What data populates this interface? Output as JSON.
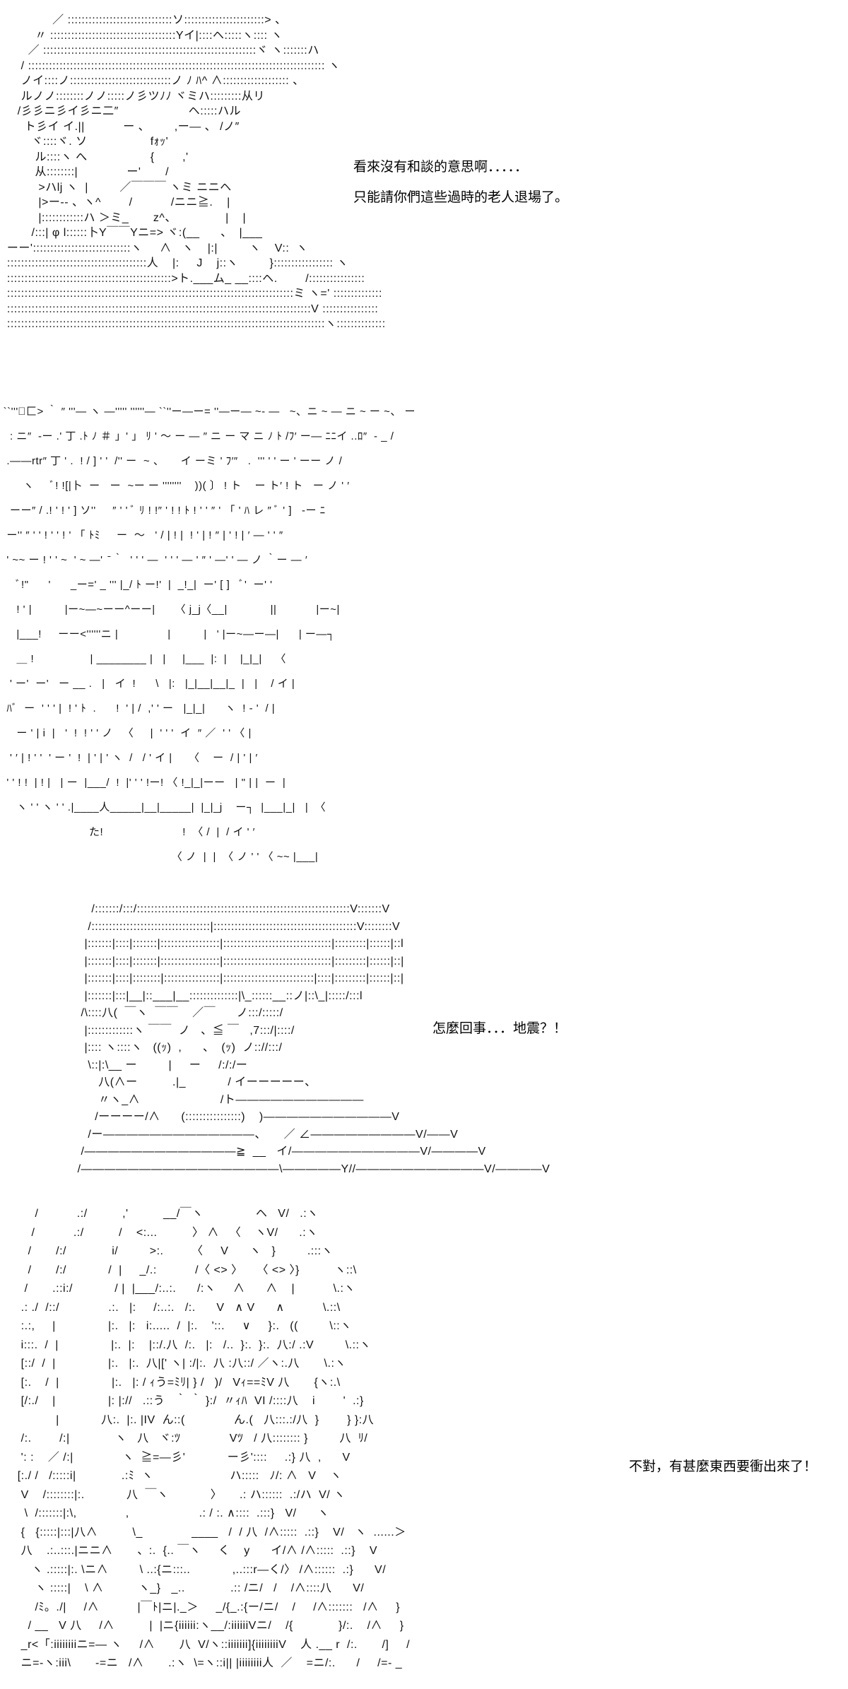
{
  "panels": [
    {
      "art": "               ／ ::::::::::::::::::::::::::::::ソ:::::::::::::::::::::::> 、\n          〃 ::::::::::::::::::::::::::::::::::::Yイ|::::ヘ:::::ヽ:::: ヽ\n        ／ :::::::::::::::::::::::::::::::::::::::::::::::::::::::::::::ヾ ヽ:::::::ハ\n      / ::::::::::::::::::::::::::::::::::::::::::::::::::::::::::::::::::::::::::::::::::::: ヽ\n      ノイ::::ノ:::::::::::::::::::::::::::::ノ ﾉ ﾊ^ ∧::::::::::::::::::: 、\n      ルノノ::::::::ノノ:::::ノ彡ツﾉﾉ ヾミハ:::::::::从リ\n     /彡彡ニ彡イ彡ニ二″                    ヘ:::::ハル\n       ト彡イ イ.||           ー 、       ,ー― 、 /ノ″\n         ヾ::::ヾ. ソ                  fｫｯ'\n          ル::::ヽ へ                  {        ,'\n          从::::::::|              ー'       /\n           >ハlj ヽ  |         ／￣￣￣ ヽミ ニニヘ\n           |>ー-- 、ヽ^        /           /ニニ≧.    |\n           |::::::::::::ハ ＞ミ_       z^、              |    |\n         /:::| φ l::::::卜Y￣￣Yニ=> ヾ:(__      、  |___\n  ーー'::::::::::::::::::::::::::::ヽ     ∧   ヽ    |:|         ヽ    V::  ヽ\n  ::::::::::::::::::::::::::::::::::::::::人    |:     J    j::ヽ         }::::::::::::::::: ヽ\n  :::::::::::::::::::::::::::::::::::::::::::::::>ト.___ム_ __::::ヘ.        /::::::::::::::::\n  ::::::::::::::::::::::::::::::::::::::::::::::::::::::::::::::::::::::::::::::::::ミ ヽ=' ::::::::::::::\n  :::::::::::::::::::::::::::::::::::::::::::::::::::::::::::::::::::::::::::::::::::::::V ::::::::::::::::\n  :::::::::::::::::::::::::::::::::::::::::::::::::::::::::::::::::::::::::::::::::::::::::::ヽ::::::::::::::",
      "lines": [
        "看來沒有和談的意思啊．．．．．",
        "只能請你們這些過時的老人退場了。"
      ]
    },
    {
      "art": " ``'''ﾞ匚> ｀ ″ '''— ヽ —''''' ''''''— ``''ー—ー= ''—ー— ~- ―   ~、ニ ~ — ニ ~ ー ~、 ー\n   : ニ″  -ー .' 丁 .ﾄ ﾉ ＃ 」' 」 ﾘ ' ～ ー ― ″ ニ ー マ ニ ﾉ ﾄ /ﾌ′ ー— ﾆﾆイ ..ﾛ″  - _ /\n  .——rtr″ 丁 ' .  ! / ] ' '  /'' ー  ~ 、     イ ーミ ' ﾌ′″   .  ''' ' ' ー ' ーー ノ /\n       ヽ     ﾞ! ![|卜  ー   ー  ~ー ー ''''''''    ))( 〕 ! ト    ー ト′ ! ト   ー ノ ' ′\n   ーー″ / .! ' ! ' ] ソ''     ″ ' ' ﾞ ﾘ ! !″ ' ! ! ﾄ ! ' ' ″ ' 「 ' ﾊ レ ″ ﾞ ' ]   ‐ー ﾆ\n  ー'' ″ ' ' ! ' ' ! ' 「 ﾄﾐ     ー  ～   ' / | ! |  ! ' | ! ″ | ' ! | ′ ― ' ' ″\n  ' ~~ ー ! ' ' ~  ' ~ —'  ̄ ｀  ' ' ' ―  ' ' ' ― ' ″ ' —' ' — ノ ｀ー ― ′\n     ﾞ!\"      '      _ー=' _ ''' |_/ ﾄ ー!'  |  _!_|  ー' [ ]   ﾞ'  ー' '\n     ! ' |          |ー~―~ーー^ーー|      〈 j_j〈__|             ||            |ー~|\n     |___!     ーー<''''''ニ |               |          |   ' |ー~―ー―|      | ー―┐\n     ＿ !                 | ________ |   |     |___  |:  |    |_|_|    〈\n   ' ー'  ー'   ー __ .   |   イ  !      \\   |:   |_|__|__|_  |   |    / イ |\n  ﾊﾞ  ー  ' ' ' |  ! ' ﾄ  .      !  ' | /  ,' ' ー   |_|_|      ヽ  ! ‐ '  / |\n     ー ' | i  |   '  !  ! ' ' ノ   〈     |  ' ' '  イ  ″ ／  ' ' 〈 |\n   ' ′ | ! ' '  ' ー '  !  | ' | ' ヽ  /   / ' イ |     〈    ー  / | ' | ′\n  ' ' ! !  | ! |   | ー  |___/  !  |' ' ' !ー! 〈 !_|_|ーー   | \" | |  ー  |\n     ヽ ' ' ヽ ' ' .|____人_____|__|_____|  |_|_j    ー┐  |___|_|   |  〈\n                           た!                        !  〈 /  |  / イ ' ′\n                                                    〈 ノ  |  |  〈 ノ ' ' 〈 ~~ |___|",
      "lines": []
    },
    {
      "art": "            /:::::::/:::/:::::::::::::::::::::::::::::::::::::::::::::::::::::::::::::V:::::::V\n           /::::::::::::::::::::::::::::::::::|:::::::::::::::::::::::::::::::::::::::::V::::::::V\n          |:::::::|::::|:::::::|:::::::::::::::::|:::::::::::::::::::::::::::::::|:::::::::|::::::|::l\n          |:::::::|::::|:::::::|:::::::::::::::::|:::::::::::::::::::::::::::::::|:::::::::|::::::|::|\n          |:::::::|::::|::::::::|::::::::::::::::|::::::::::::::::::::::::::|::::|:::::::::|::::::|::|\n          |:::::::|:::|__|::___|__::::::::::::::|\\_::::::__::ノ|::\\_|:::::/:::l\n         /\\::::八(  ￣ヽ  ￣￣    ／￣      ノ:::/:::::/\n          |:::::::::::::ヽ ￣￣  ノ   、≦ ￣   ,7:::/|::::/\n          |:::: ヽ::::ヽ   ((ｯ)  ,      、  (ｯ)  ノ:://:::/\n           \\::|:\\__ ー         |     ー     /:/:/ー\n              八(∧ー          .|_            / イーーーーー、\n              〃ヽ_∧                       /ト———————————\n             /ーーーー/∧      (::::::::::::::::)    )———————————V\n           /ー—————————————、     ／ ∠—————————V/——V\n         /—————————————≧  __   イ/———————————V/————V\n        /—————————————————\\—————Y//———————————V/————V",
      "lines": [
        "怎麼回事．．．地震？！"
      ]
    },
    {
      "art": "          /           .:/          ,'          __/￣ヽ               ヘ   V/   .:ヽ\n         /           .:/          /    <:...          〉 ∧   〈    ヽV/      .:ヽ\n        /       /:/             i/         >:.        〈     V      ヽ   }         .:::ヽ\n        /       /:/            /  |     _/.:           /〈 <> 〉    〈 <> 〉}          ヽ::\\\n       /       .::i:/            / |  |___/:..:.      /:ヽ     ∧      ∧    |           \\.:ヽ\n      .: ./  /::/              .:.   |:     /:..:.   /:.      V   ∧ V      ∧           \\.::\\\n      :.:,     |               |:.   |:   i:.....  /  |:.    '::.     ∨     }:.   ((         \\::ヽ\n      i:::.  /  |               |:.  |:    |::/.八  /:.   |:   /..  }:.  }:.  八:/ .:V         \\.::ヽ\n      [::/  /  |               |:.   |:.  八|[' ヽ| :/|:.  八 :八::/ ／ヽ:.八       \\.:ヽ\n      [:.    /  |               |:.   |: / ｨう=ﾐﾘ| } /   )/   Vｨ==ﾐV 八       {ヽ:.\\\n      [/:./    |               |: |://   .::う   ｀ ｀ }:/  〃ｨﾊ  VI /::::八    i        '  .:}\n                |            八:.  |:. |IV  ん::(              ん.(   八:::.:/八  }        } }:八\n      /:.        /:|             ヽ   八   ヾ:ﾂ              Vﾂ   / 八:::::::: }         八  ﾘ/\n      ': :    ／ /:|              ヽ  ≧=—彡'            ー彡'::::     .:} 八  ,      V\n     [:./ /   /:::::i|             .:ﾐ  ヽ                      ハ:::::   ﾉ/: ∧   V    ヽ\n      V    /::::::::|:.            八  ￣ヽ            〉     .: ハ::::::  .:/ハ  V/ ヽ\n       \\  /:::::::|:\\,              ,                    .: / :. ∧::::  .:::}   V/      ヽ\n      {   {:::::|:::|八∧          \\_              ____   /  / 八  /∧:::::  .::}    V/   ヽ  ......＞\n      八    .:..:::.|ニニ∧       、:.  {.. ￣ヽ     く    y      イ/∧ /∧:::::  .::}    V\n         ヽ .:::::|:. \\ニ∧         \\ ..:{ニ:::..            ,..:::r—く/〉 /∧::::::  .:}      V/\n          ヽ :::::|    \\ ∧          ヽ_}   _..             .:: /ニ/   /    /∧::::八      V/\n          /ﾐ。./|     /∧           |￣ﾄ|ニ|._＞     _/{_.:{ー/ニ/    /     /∧:::::::   /∧     }\n        / __   V 八     /∧          |  |ニ{iiiiii:ヽ__/:iiiiiiVニ/    /{             }/:.    /∧     }\n      _r<「:iiiiiiiiニ=— ヽ     /∧       八  V/ヽ::iiiiiii]{iiiiiiiiV    人 .__ r  /:.       /]     /\n      ニ=-ヽ:iii\\       -=ニ   /∧       .:ヽ  \\=ヽ::i|| |iiiiiiii人  ／    =ニ/:.      /     /=- _",
      "lines": [
        "不對，有甚麼東西要衝出來了！"
      ]
    }
  ]
}
